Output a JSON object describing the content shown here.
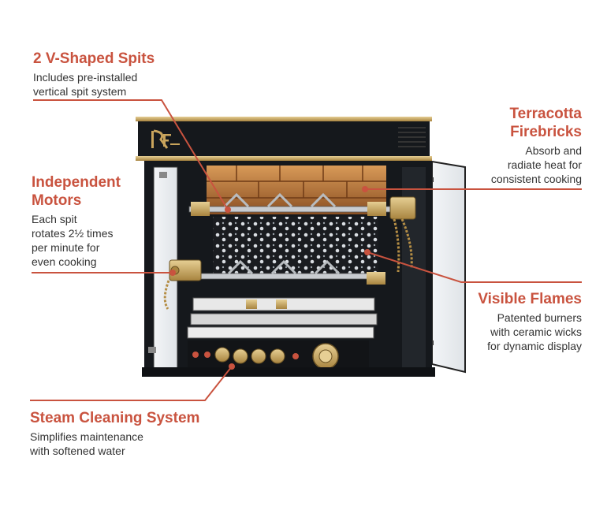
{
  "callouts": {
    "spits": {
      "title": "2 V-Shaped Spits",
      "desc": "Includes pre-installed\nvertical spit system"
    },
    "motors": {
      "title": "Independent\nMotors",
      "desc": "Each spit\nrotates 2½ times\nper minute for\neven cooking"
    },
    "firebricks": {
      "title": "Terracotta\nFirebricks",
      "desc": "Absorb and\nradiate heat for\nconsistent cooking"
    },
    "flames": {
      "title": "Visible Flames",
      "desc": "Patented burners\nwith ceramic wicks\nfor dynamic display"
    },
    "steam": {
      "title": "Steam Cleaning System",
      "desc": "Simplifies maintenance\nwith softened water"
    }
  },
  "colors": {
    "accent": "#c9533f",
    "body_text": "#333333",
    "cabinet": "#15181c",
    "brass": "#c9a45c",
    "brick": "#b8753a"
  },
  "icons": {
    "brand_logo": "rf-monogram-logo"
  }
}
